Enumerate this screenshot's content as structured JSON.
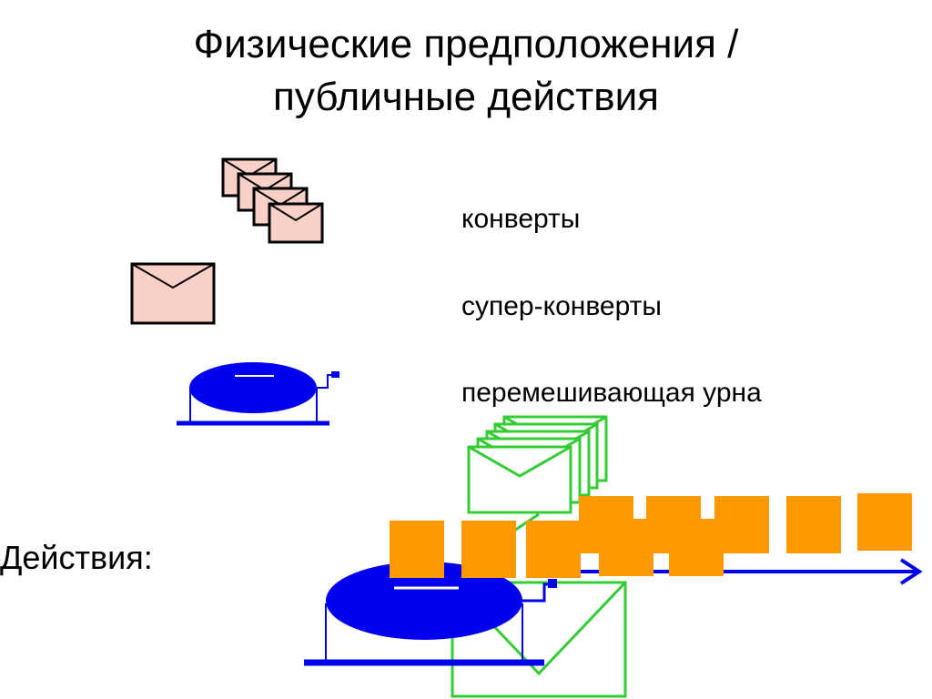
{
  "title": {
    "line1": "Физические предположения /",
    "line2": "публичные действия"
  },
  "legend": {
    "envelopes": "конверты",
    "super_envelopes": "супер-конверты",
    "mixing_urn": "перемешивающая урна"
  },
  "actions_label": "Действия:",
  "colors": {
    "envelope_fill": "#f9d0c8",
    "envelope_stroke": "#000000",
    "urn_fill": "#0000ee",
    "green_envelope_stroke": "#33cc33",
    "orange_block": "#ff9900",
    "arrow": "#0000ee"
  },
  "icons": [
    "envelope-stack-icon",
    "super-envelope-icon",
    "mixing-urn-icon",
    "arrow-icon"
  ]
}
